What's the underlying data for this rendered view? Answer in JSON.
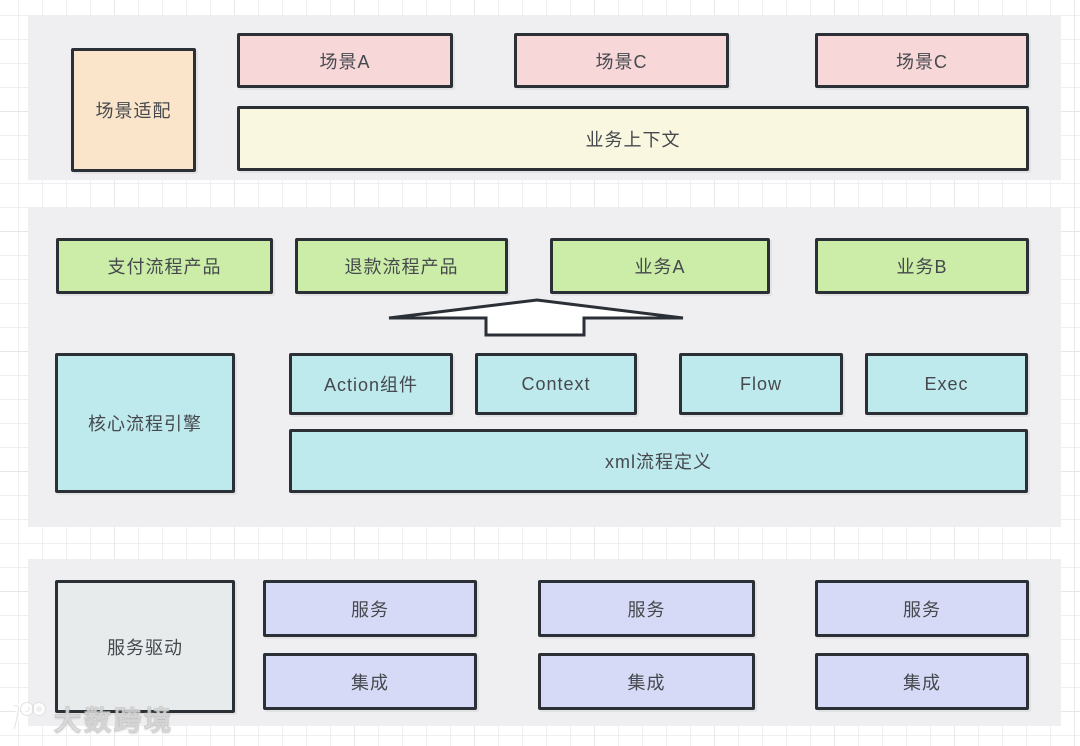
{
  "palette": {
    "band_background": "#efeff1",
    "border": "#2b2f36",
    "pink": "#f8d7d9",
    "peach": "#fae5cb",
    "cream": "#faf7e1",
    "green": "#cbeda7",
    "cyan": "#bee9ed",
    "lavender": "#d7daf6",
    "gray_box": "#e8ebec",
    "text": "#45494d"
  },
  "diagram": {
    "top_layer": {
      "adapter": "场景适配",
      "scenes": [
        "场景A",
        "场景C",
        "场景C"
      ],
      "context": "业务上下文"
    },
    "middle_layer": {
      "products": [
        "支付流程产品",
        "退款流程产品",
        "业务A",
        "业务B"
      ],
      "engine": "核心流程引擎",
      "components": [
        "Action组件",
        "Context",
        "Flow",
        "Exec"
      ],
      "xml_definition": "xml流程定义"
    },
    "bottom_layer": {
      "driver": "服务驱动",
      "services": [
        "服务",
        "服务",
        "服务"
      ],
      "integrations": [
        "集成",
        "集成",
        "集成"
      ]
    }
  },
  "watermark": {
    "text": "大数跨境"
  }
}
